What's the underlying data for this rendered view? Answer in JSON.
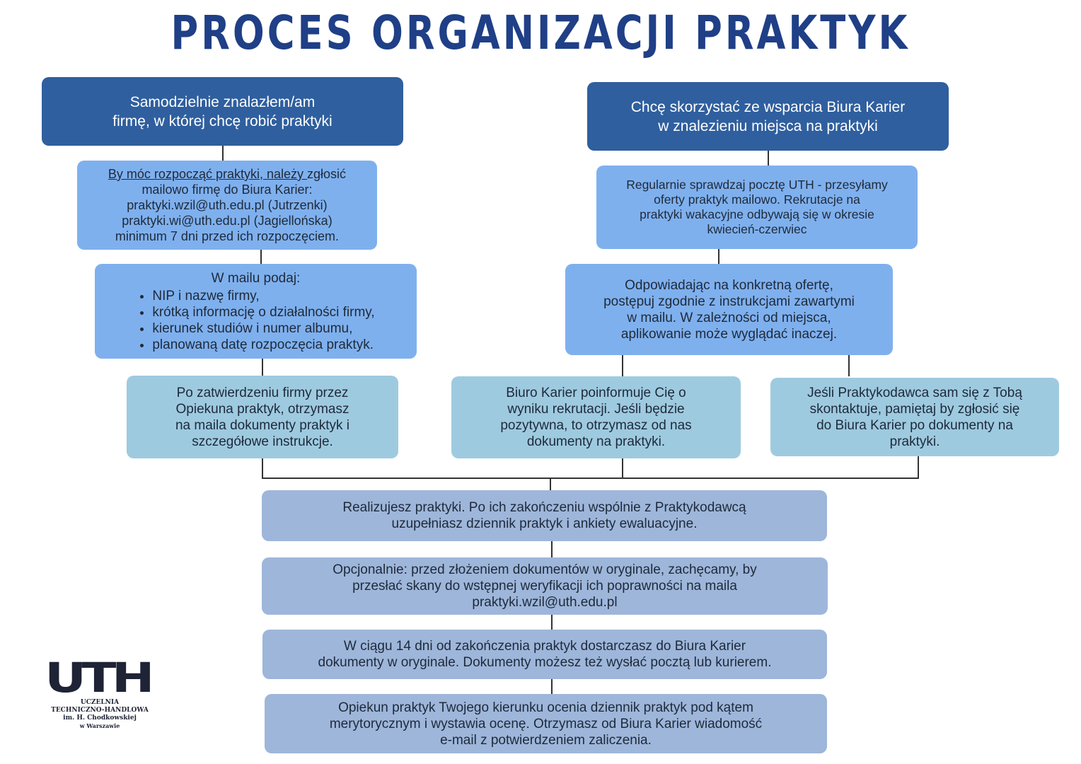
{
  "title": "PROCES ORGANIZACJI PRAKTYK",
  "left": {
    "header": {
      "line1": "Samodzielnie znalazłem/am",
      "line2": "firmę, w której chcę robić praktyki"
    },
    "step1": {
      "underlined": "By móc rozpocząć praktyki, należy ",
      "rest": "zgłosić",
      "line2": "mailowo firmę do Biura Karier:",
      "line3": "praktyki.wzil@uth.edu.pl (Jutrzenki)",
      "line4": "praktyki.wi@uth.edu.pl (Jagiellońska)",
      "line5": "minimum 7 dni przed ich rozpoczęciem."
    },
    "step2": {
      "heading": "W mailu podaj:",
      "items": [
        "NIP i nazwę firmy,",
        "krótką informację o działalności firmy,",
        "kierunek studiów i numer albumu,",
        "planowaną datę rozpoczęcia praktyk."
      ]
    },
    "step3": {
      "line1": "Po zatwierdzeniu firmy przez",
      "line2": "Opiekuna praktyk, otrzymasz",
      "line3": "na maila dokumenty praktyk i",
      "line4": "szczegółowe instrukcje."
    }
  },
  "right": {
    "header": {
      "line1": "Chcę skorzystać ze wsparcia Biura Karier",
      "line2": "w znalezieniu miejsca na praktyki"
    },
    "step1": {
      "line1": "Regularnie sprawdzaj pocztę UTH - przesyłamy",
      "line2": "oferty praktyk mailowo.  Rekrutacje na",
      "line3": "praktyki wakacyjne odbywają się w okresie",
      "line4": "kwiecień-czerwiec"
    },
    "step2": {
      "line1": "Odpowiadając na konkretną ofertę,",
      "line2": "postępuj zgodnie z instrukcjami zawartymi",
      "line3": "w mailu. W zależności od miejsca,",
      "line4": "aplikowanie może wyglądać inaczej."
    },
    "step3a": {
      "line1": "Biuro Karier poinformuje Cię o",
      "line2": "wyniku rekrutacji. Jeśli będzie",
      "line3": "pozytywna, to otrzymasz od nas",
      "line4": "dokumenty na praktyki."
    },
    "step3b": {
      "line1": "Jeśli Praktykodawca sam się z Tobą",
      "line2": "skontaktuje, pamiętaj by zgłosić się",
      "line3": "do Biura Karier po dokumenty na",
      "line4": "praktyki."
    }
  },
  "bottom": [
    {
      "line1": "Realizujesz praktyki. Po ich zakończeniu wspólnie z Praktykodawcą",
      "line2": "uzupełniasz dziennik praktyk i ankiety ewaluacyjne.",
      "line3": ""
    },
    {
      "line1": "Opcjonalnie: przed złożeniem dokumentów w oryginale, zachęcamy, by",
      "line2": "przesłać skany do wstępnej weryfikacji ich poprawności na maila",
      "line3": "praktyki.wzil@uth.edu.pl"
    },
    {
      "line1": "W ciągu 14 dni od zakończenia praktyk dostarczasz do Biura Karier",
      "line2": "dokumenty w oryginale. Dokumenty możesz też wysłać pocztą lub kurierem.",
      "line3": ""
    },
    {
      "line1": "Opiekun praktyk Twojego kierunku ocenia dziennik praktyk pod kątem",
      "line2": "merytorycznym i wystawia ocenę. Otrzymasz od Biura Karier wiadomość",
      "line3": "e-mail z potwierdzeniem zaliczenia."
    }
  ],
  "logo": {
    "mark": [
      "U",
      "T",
      "H"
    ],
    "line1": "UCZELNIA",
    "line2": "TECHNICZNO-HANDLOWA",
    "line3": "im. H. Chodkowskiej",
    "line4": "w Warszawie"
  },
  "colors": {
    "title": "#1f3f87",
    "header_box": "#2f5f9e",
    "step_box_mid": "#7fb0ee",
    "step_box_light": "#9ecae0",
    "bottom_box": "#9eb6da"
  }
}
